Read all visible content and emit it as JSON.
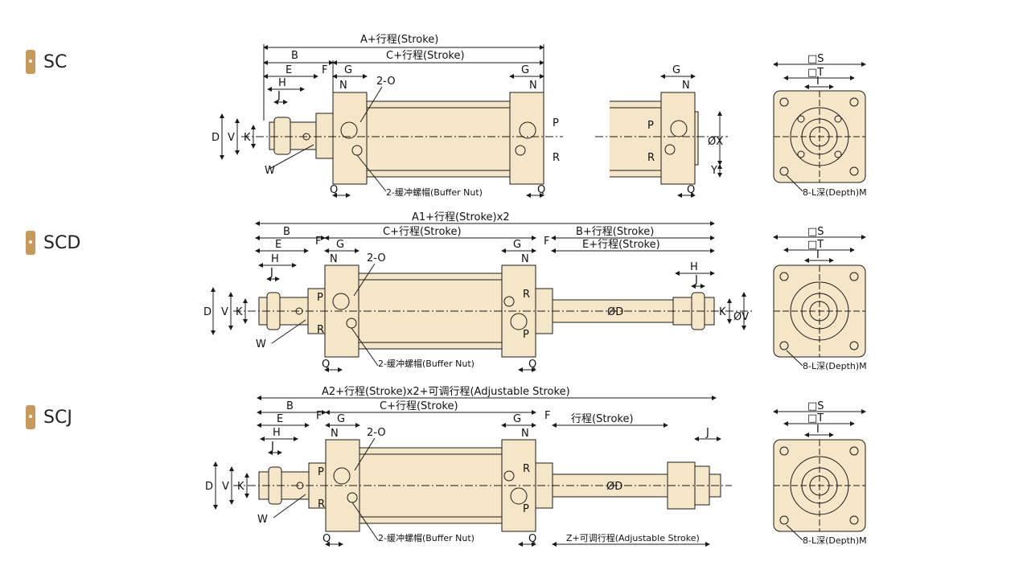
{
  "series": [
    {
      "name": "SC"
    },
    {
      "name": "SCD"
    },
    {
      "name": "SCJ"
    }
  ],
  "sc": {
    "top_dim": "A+行程(Stroke)",
    "b": "B",
    "c_dim": "C+行程(Stroke)",
    "e": "E",
    "f": "F",
    "g": "G",
    "g2": "G",
    "h": "H",
    "j": "J",
    "n": "N",
    "n2": "N",
    "port": "2-O",
    "p": "P",
    "p2": "P",
    "r": "R",
    "r2": "R",
    "d": "D",
    "v": "V",
    "k": "K",
    "w": "W",
    "q": "Q",
    "q2": "Q",
    "buffer": "2-缓冲螺帽(Buffer Nut)",
    "side_g": "G",
    "side_n": "N",
    "side_p": "P",
    "side_r": "R",
    "side_x": "ØX",
    "side_y": "Y",
    "side_q": "Q"
  },
  "scd": {
    "top_dim": "A1+行程(Stroke)x2",
    "b": "B",
    "c_dim": "C+行程(Stroke)",
    "b2_dim": "B+行程(Stroke)",
    "e": "E",
    "e2_dim": "E+行程(Stroke)",
    "f": "F",
    "f2": "F",
    "g": "G",
    "g2": "G",
    "h": "H",
    "h2": "H",
    "j": "J",
    "j2": "J",
    "n": "N",
    "n2": "N",
    "port": "2-O",
    "p": "P",
    "p2": "P",
    "r": "R",
    "r2": "R",
    "d": "D",
    "v": "V",
    "k": "K",
    "k2": "K",
    "v2": "ØV",
    "w": "W",
    "od": "ØD",
    "q": "Q",
    "q2": "Q",
    "buffer": "2-缓冲螺帽(Buffer Nut)"
  },
  "scj": {
    "top_dim": "A2+行程(Stroke)x2+可调行程(Adjustable Stroke)",
    "b": "B",
    "c_dim": "C+行程(Stroke)",
    "e": "E",
    "f": "F",
    "f2": "F",
    "g": "G",
    "g2": "G",
    "h": "H",
    "j": "J",
    "j2": "J",
    "n": "N",
    "n2": "N",
    "port": "2-O",
    "p": "P",
    "p2": "P",
    "r": "R",
    "r2": "R",
    "d": "D",
    "v": "V",
    "k": "K",
    "w": "W",
    "od": "ØD",
    "stroke": "行程(Stroke)",
    "q": "Q",
    "q2": "Q",
    "buffer": "2-缓冲螺帽(Buffer Nut)",
    "z_dim": "Z+可调行程(Adjustable Stroke)"
  },
  "end_view": {
    "s": "□S",
    "t": "□T",
    "i": "I",
    "tapped": "8-L深(Depth)M"
  },
  "colors": {
    "body": "#f5e6c8",
    "line": "#1a1a1a",
    "badge": "#c89a5a"
  }
}
